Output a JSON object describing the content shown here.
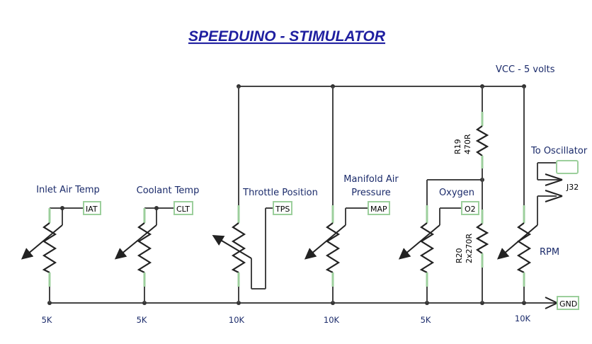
{
  "title": "SPEEDUINO - STIMULATOR",
  "vcc_label": "VCC - 5 volts",
  "channels": [
    {
      "label": "Inlet Air Temp",
      "pin": "IAT",
      "value": "5K"
    },
    {
      "label": "Coolant Temp",
      "pin": "CLT",
      "value": "5K"
    },
    {
      "label": "Throttle Position",
      "pin": "TPS",
      "value": "10K"
    },
    {
      "label_line1": "Manifold Air",
      "label_line2": "Pressure",
      "pin": "MAP",
      "value": "10K"
    },
    {
      "label": "Oxygen",
      "pin": "O2",
      "value": "5K"
    },
    {
      "label": "RPM",
      "value": "10K"
    }
  ],
  "r19": {
    "ref": "R19",
    "value": "470R"
  },
  "r20": {
    "ref": "R20",
    "value": "2x270R"
  },
  "oscillator_label": "To Oscillator",
  "connector_label": "J32",
  "ground_pin": "GND",
  "colors": {
    "title": "#1f1fa0",
    "label": "#1a2a6a",
    "wire": "#444444",
    "lead": "#9ccf9c"
  }
}
